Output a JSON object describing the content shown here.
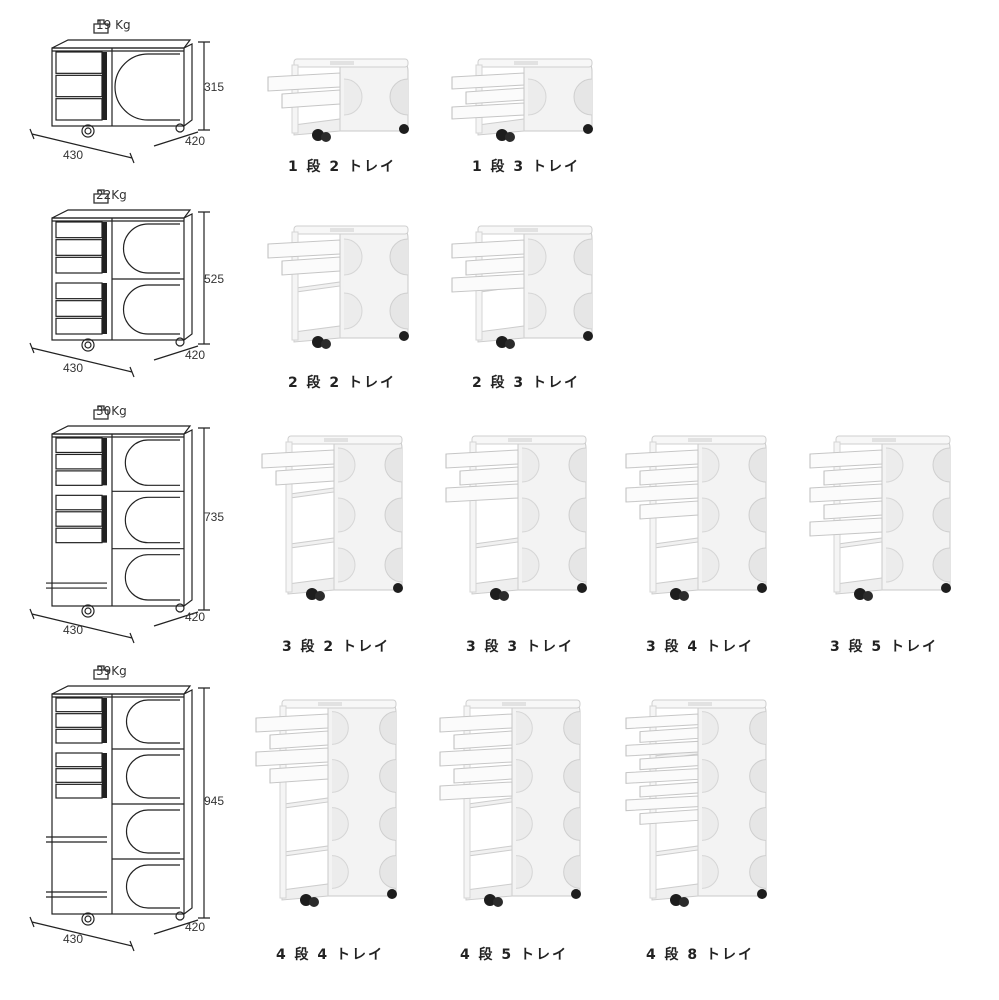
{
  "rows": [
    {
      "weight": "19 Kg",
      "height_dim": "315",
      "width_dim": "430",
      "depth_dim": "420",
      "tiers": 1,
      "products": [
        {
          "label": "1 段 2 トレイ",
          "tiers": 1,
          "trays": 2
        },
        {
          "label": "1 段 3 トレイ",
          "tiers": 1,
          "trays": 3
        }
      ]
    },
    {
      "weight": "22Kg",
      "height_dim": "525",
      "width_dim": "430",
      "depth_dim": "420",
      "tiers": 2,
      "products": [
        {
          "label": "2 段 2 トレイ",
          "tiers": 2,
          "trays": 2
        },
        {
          "label": "2 段 3 トレイ",
          "tiers": 2,
          "trays": 3
        }
      ]
    },
    {
      "weight": "30Kg",
      "height_dim": "735",
      "width_dim": "430",
      "depth_dim": "420",
      "tiers": 3,
      "products": [
        {
          "label": "3 段 2 トレイ",
          "tiers": 3,
          "trays": 2
        },
        {
          "label": "3 段 3 トレイ",
          "tiers": 3,
          "trays": 3
        },
        {
          "label": "3 段 4 トレイ",
          "tiers": 3,
          "trays": 4
        },
        {
          "label": "3 段 5 トレイ",
          "tiers": 3,
          "trays": 5
        }
      ]
    },
    {
      "weight": "39Kg",
      "height_dim": "945",
      "width_dim": "430",
      "depth_dim": "420",
      "tiers": 4,
      "products": [
        {
          "label": "4 段 4 トレイ",
          "tiers": 4,
          "trays": 4
        },
        {
          "label": "4 段 5 トレイ",
          "tiers": 4,
          "trays": 5
        },
        {
          "label": "4 段 8 トレイ",
          "tiers": 4,
          "trays": 8
        }
      ]
    }
  ]
}
